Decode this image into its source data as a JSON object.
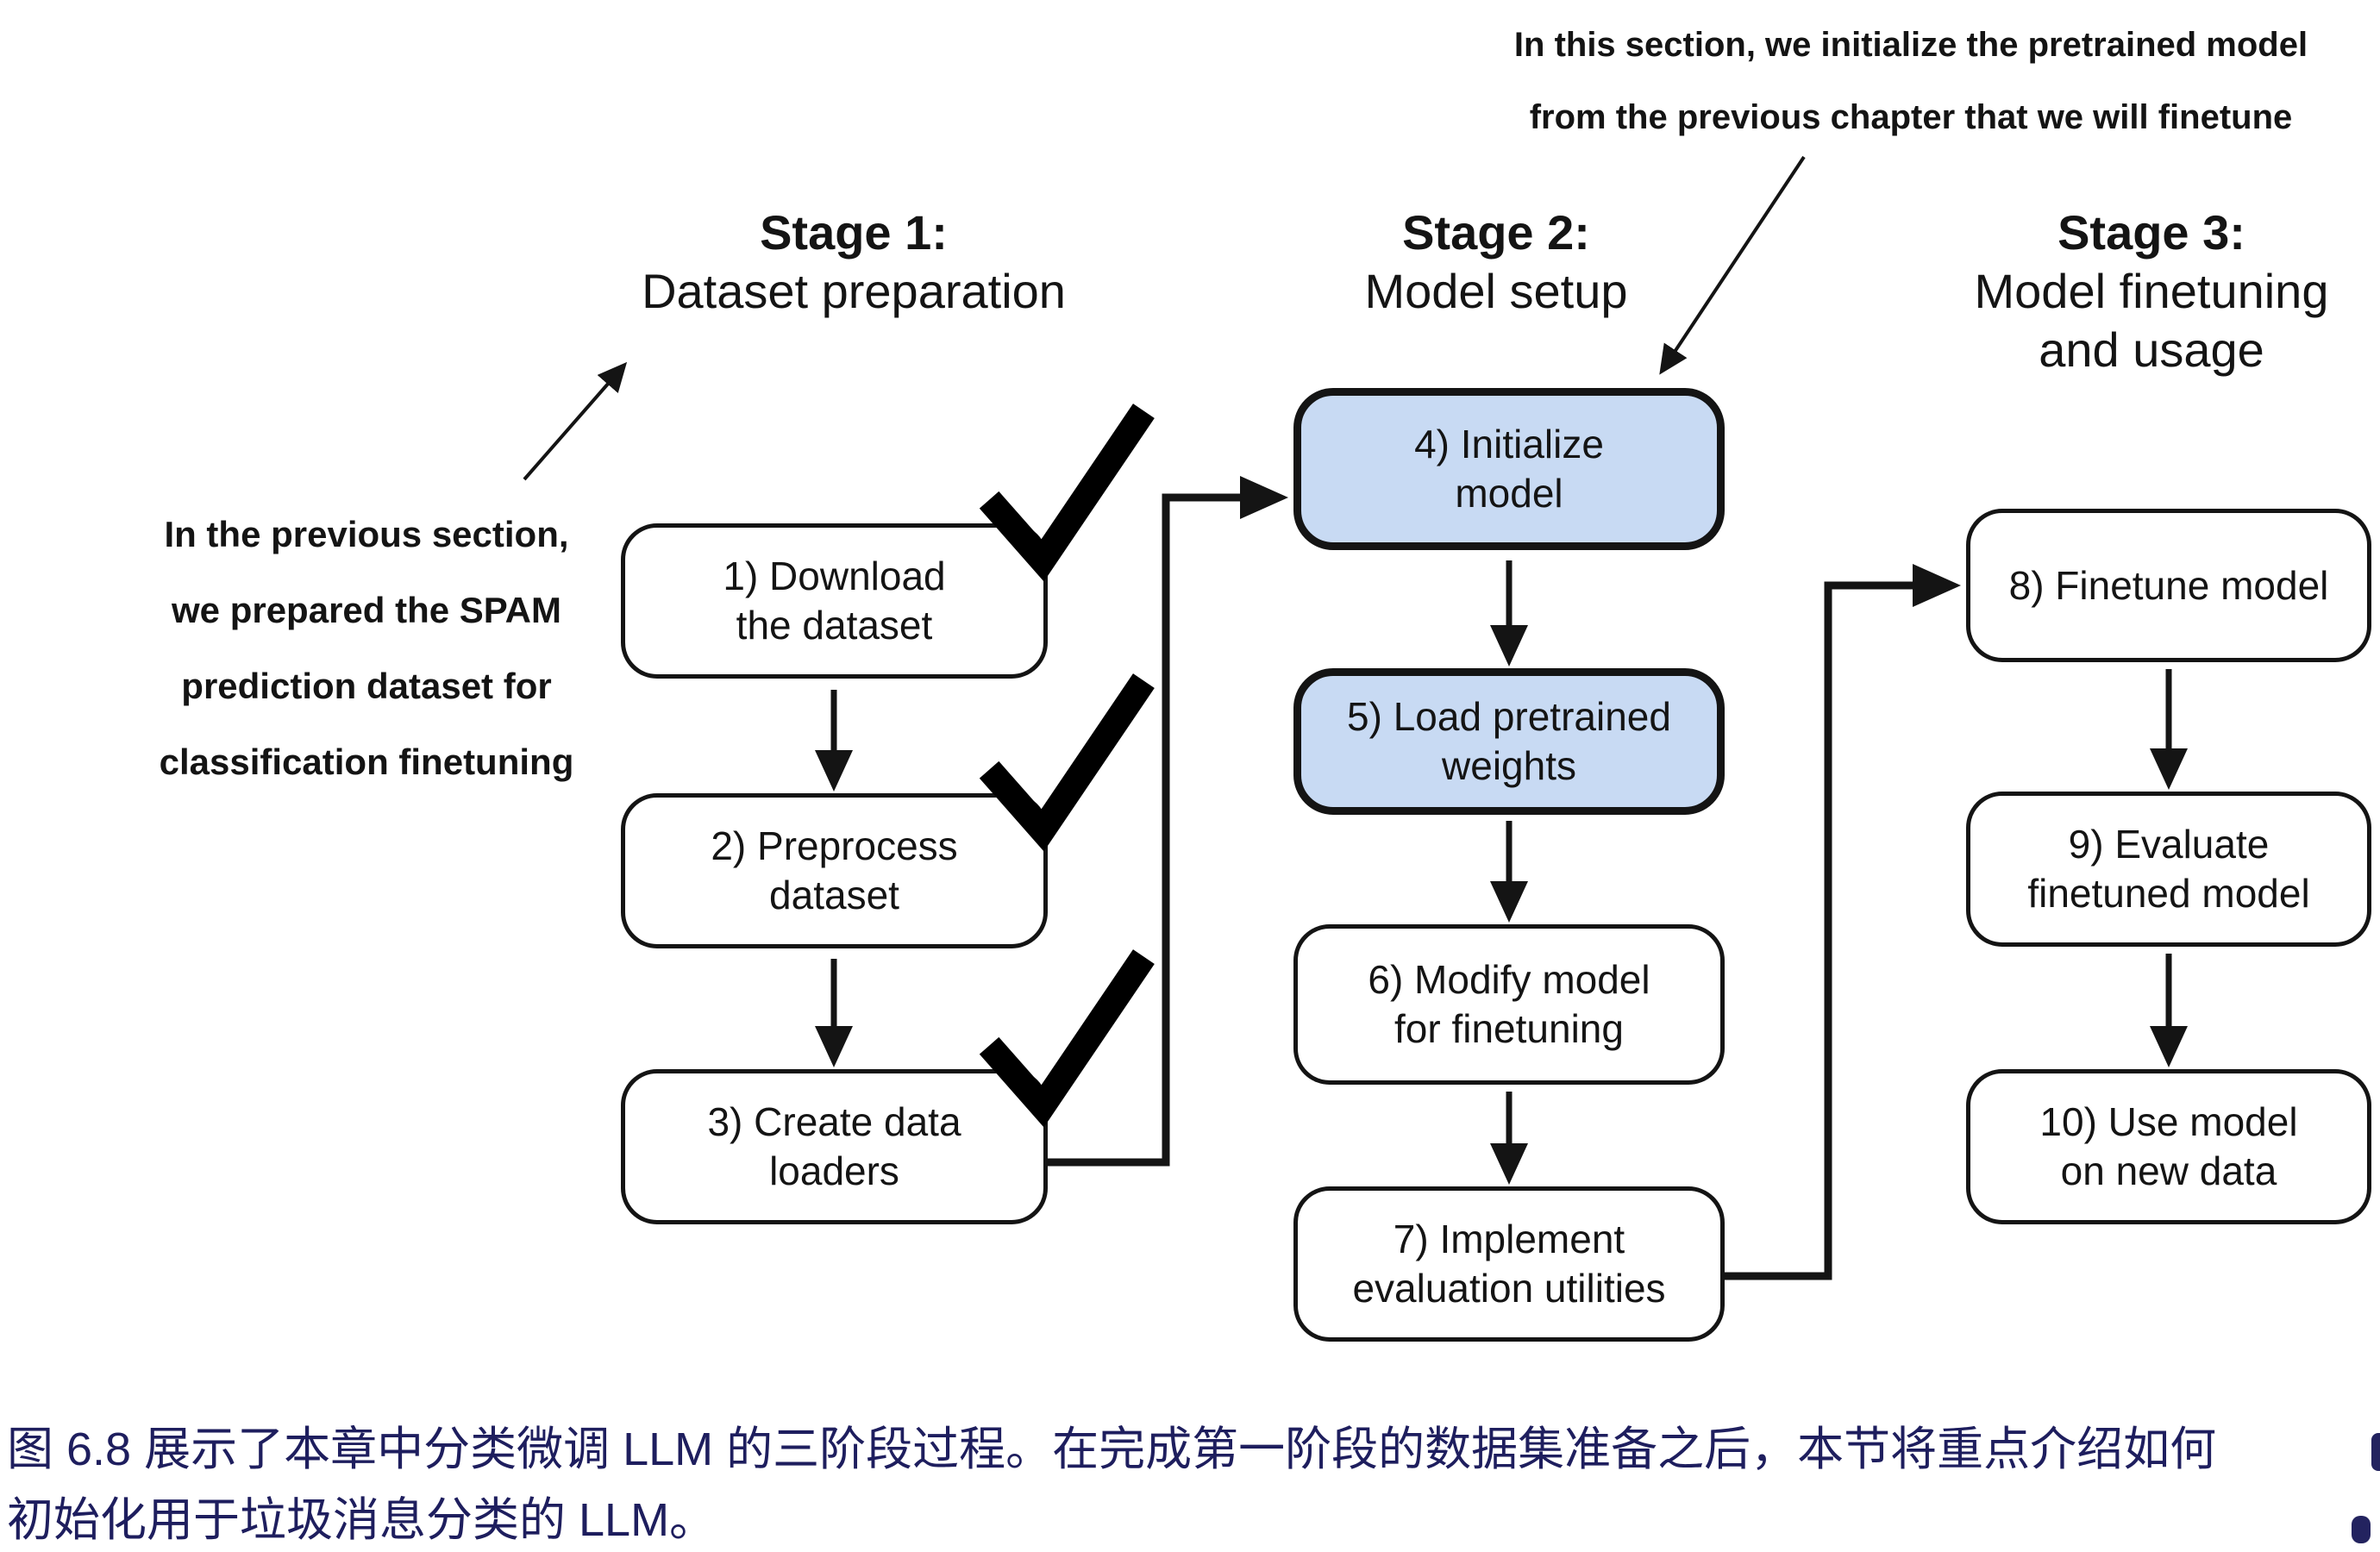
{
  "figure": {
    "type": "flowchart",
    "description_colors": {
      "highlight_fill": "#c8daf3",
      "box_border": "#141414",
      "caption_text": "#1e1e5e",
      "diagram_text": "#141414",
      "background": "#ffffff"
    }
  },
  "notes": {
    "top": {
      "line1": "In this section, we initialize the pretrained model",
      "line2": "from the previous chapter that we will finetune"
    },
    "left": {
      "line1": "In the previous section,",
      "line2": "we prepared the SPAM",
      "line3": "prediction dataset for",
      "line4": "classification finetuning"
    }
  },
  "stages": [
    {
      "title": "Stage 1:",
      "subtitle": "Dataset preparation"
    },
    {
      "title": "Stage 2:",
      "subtitle": "Model setup"
    },
    {
      "title": "Stage 3:",
      "subtitle": "Model finetuning\nand usage"
    }
  ],
  "boxes": [
    {
      "label": "1) Download\nthe dataset",
      "stage": 1,
      "completed": true,
      "highlighted": false
    },
    {
      "label": "2) Preprocess\ndataset",
      "stage": 1,
      "completed": true,
      "highlighted": false
    },
    {
      "label": "3) Create data\nloaders",
      "stage": 1,
      "completed": true,
      "highlighted": false
    },
    {
      "label": "4) Initialize\nmodel",
      "stage": 2,
      "completed": false,
      "highlighted": true
    },
    {
      "label": "5) Load pretrained\nweights",
      "stage": 2,
      "completed": false,
      "highlighted": true
    },
    {
      "label": "6) Modify model\nfor finetuning",
      "stage": 2,
      "completed": false,
      "highlighted": false
    },
    {
      "label": "7) Implement\nevaluation utilities",
      "stage": 2,
      "completed": false,
      "highlighted": false
    },
    {
      "label": "8) Finetune model",
      "stage": 3,
      "completed": false,
      "highlighted": false
    },
    {
      "label": "9) Evaluate\nfinetuned model",
      "stage": 3,
      "completed": false,
      "highlighted": false
    },
    {
      "label": "10) Use model\non new data",
      "stage": 3,
      "completed": false,
      "highlighted": false
    }
  ],
  "caption": {
    "line1": "图 6.8 展示了本章中分类微调 LLM 的三阶段过程。在完成第一阶段的数据集准备之后，本节将重点介绍如何",
    "line2": "初始化用于垃圾消息分类的 LLM。"
  }
}
